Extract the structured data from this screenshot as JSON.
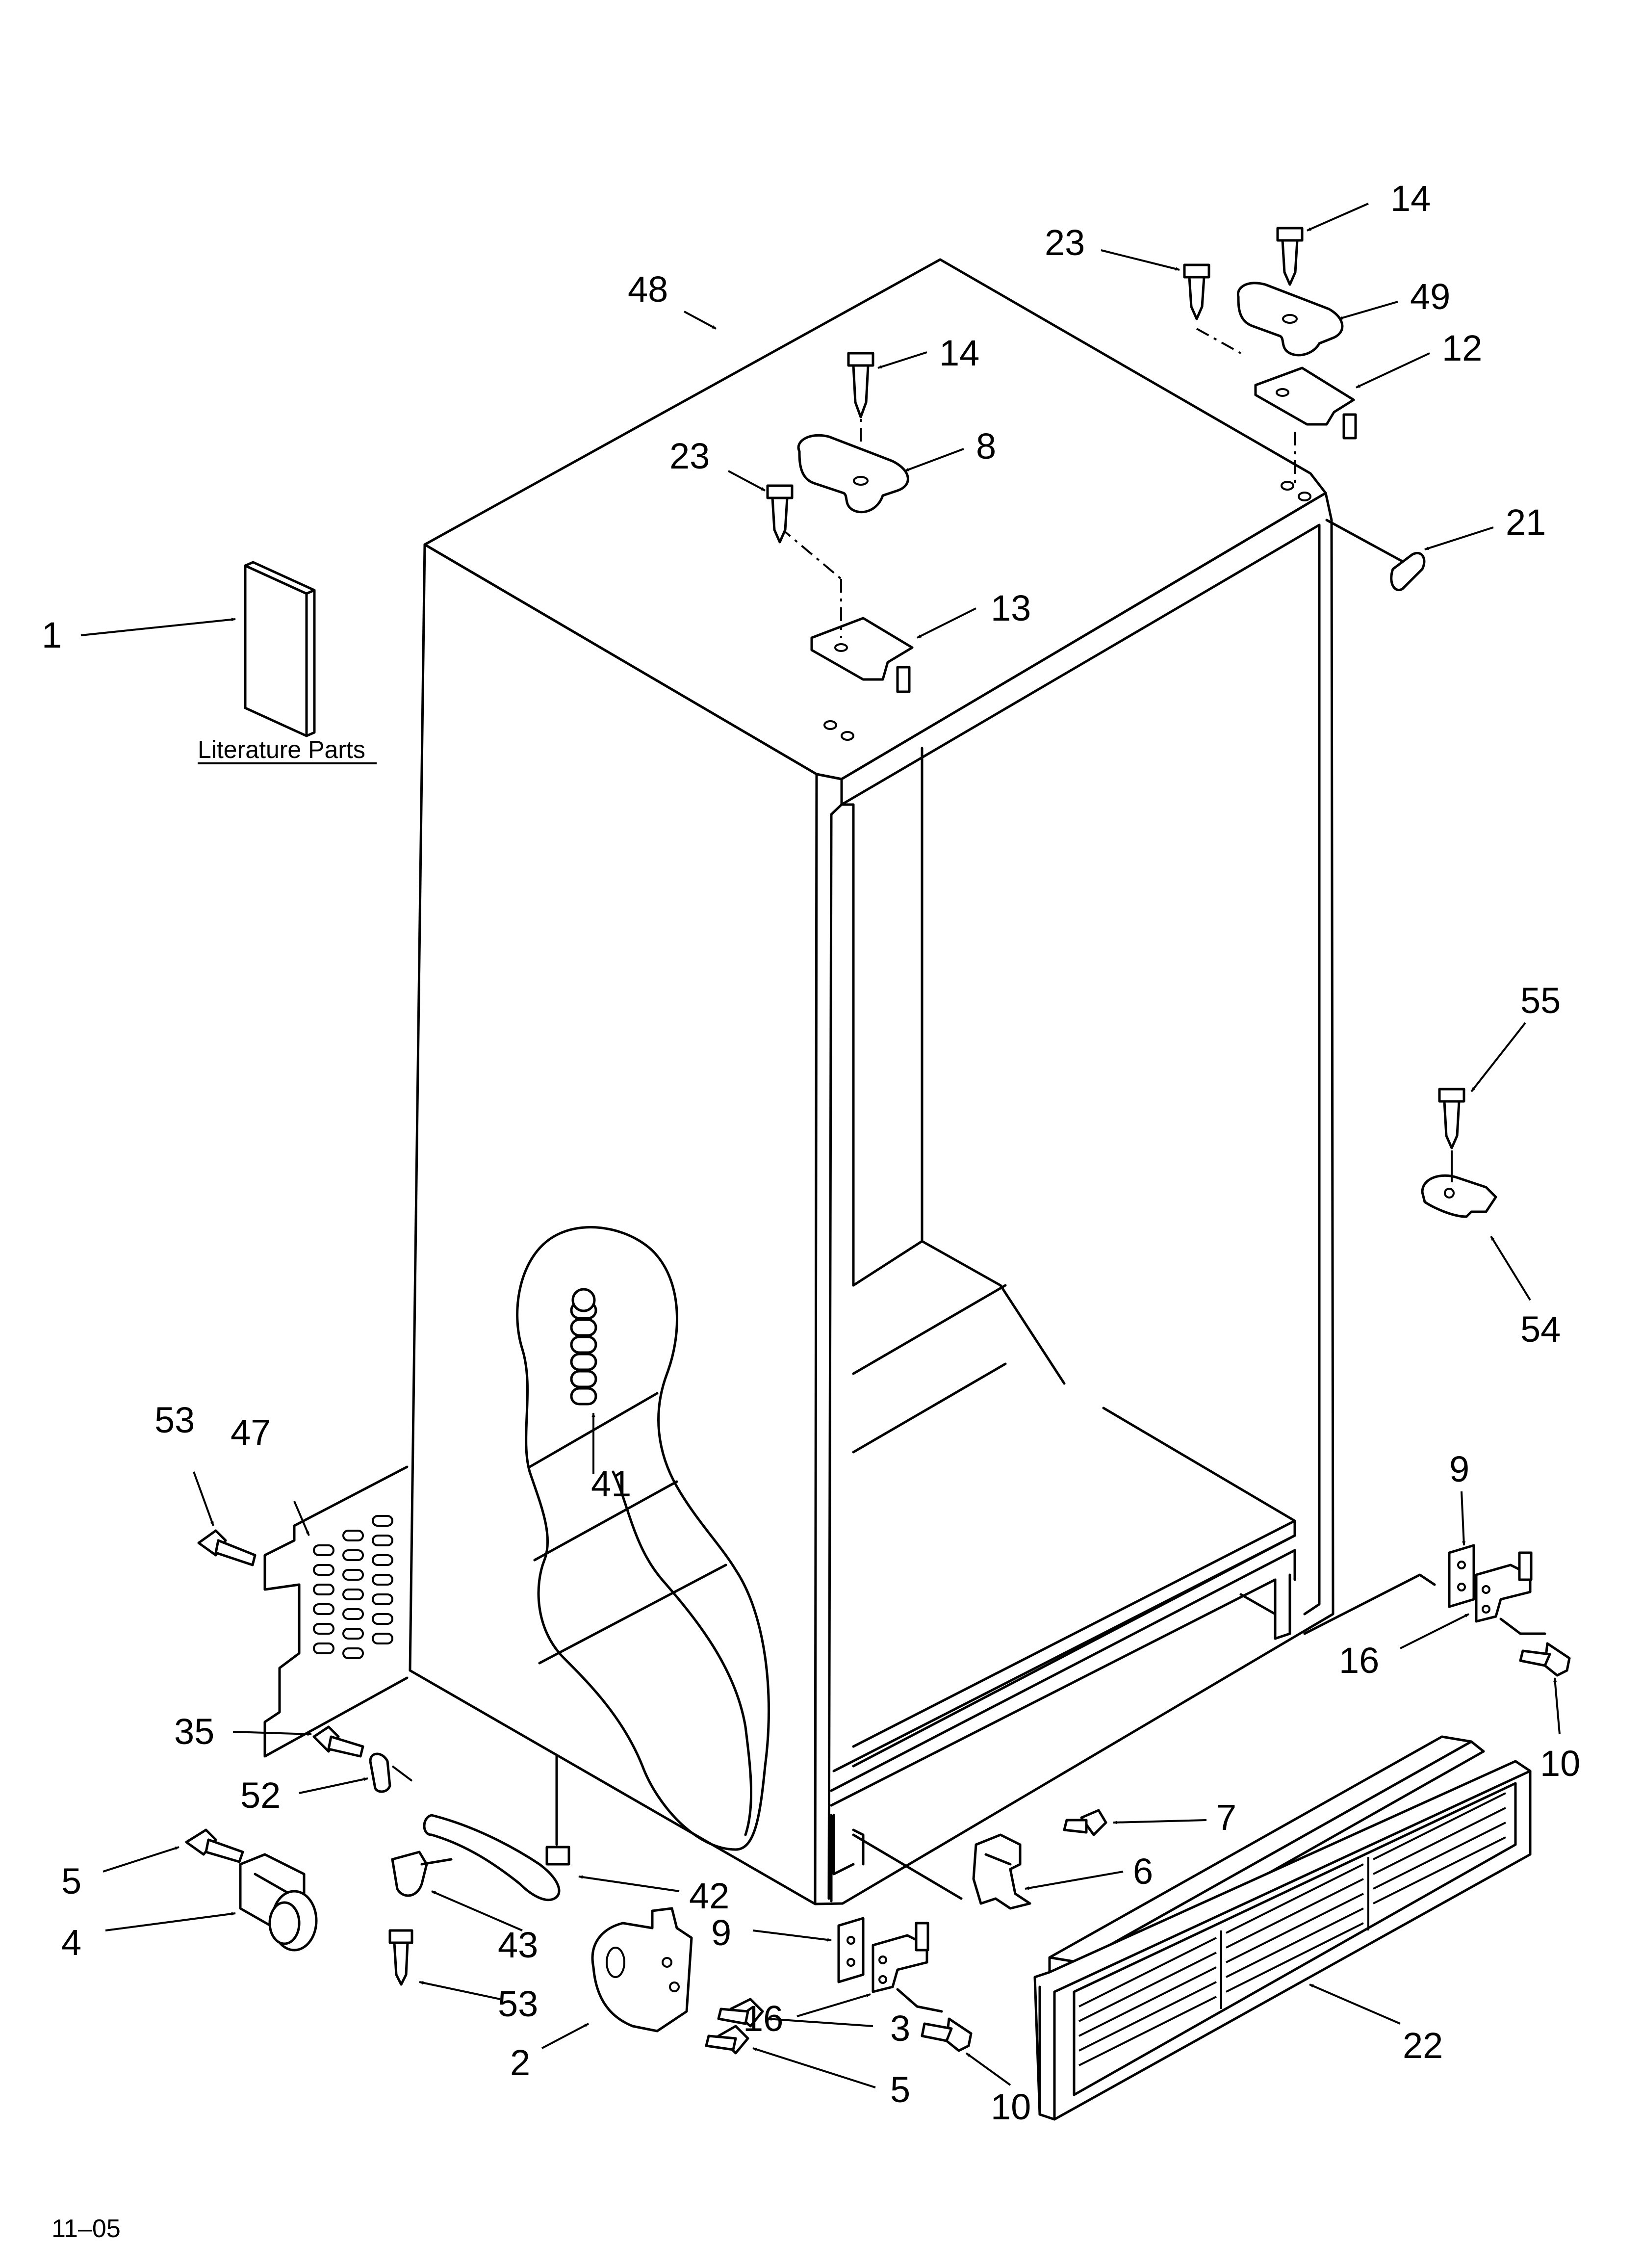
{
  "labels": {
    "p1": "1",
    "p2": "2",
    "p3": "3",
    "p4": "4",
    "p5a": "5",
    "p5b": "5",
    "p6": "6",
    "p7": "7",
    "p8": "8",
    "p9a": "9",
    "p9b": "9",
    "p10a": "10",
    "p10b": "10",
    "p12": "12",
    "p13": "13",
    "p14a": "14",
    "p14b": "14",
    "p16a": "16",
    "p16b": "16",
    "p21": "21",
    "p22": "22",
    "p23a": "23",
    "p23b": "23",
    "p35": "35",
    "p41": "41",
    "p42": "42",
    "p43": "43",
    "p47": "47",
    "p48": "48",
    "p49": "49",
    "p52": "52",
    "p53a": "53",
    "p53b": "53",
    "p54": "54",
    "p55": "55"
  },
  "literature_caption": "Literature Parts",
  "footer_code": "11–05"
}
